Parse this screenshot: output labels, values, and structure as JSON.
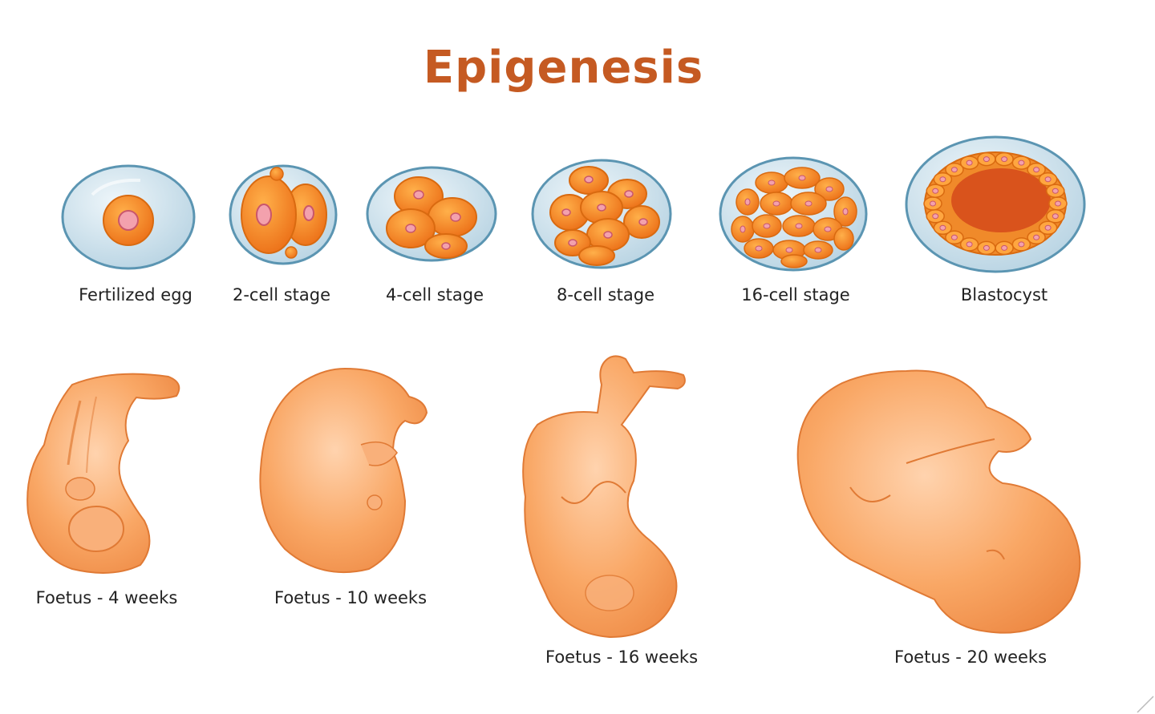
{
  "title": "Epigenesis",
  "stages": [
    {
      "label": "Fertilized egg",
      "icon": "fertilized-egg-icon"
    },
    {
      "label": "2-cell stage",
      "icon": "two-cell-stage-icon"
    },
    {
      "label": "4-cell stage",
      "icon": "four-cell-stage-icon"
    },
    {
      "label": "8-cell stage",
      "icon": "eight-cell-stage-icon"
    },
    {
      "label": "16-cell stage",
      "icon": "sixteen-cell-stage-icon"
    },
    {
      "label": "Blastocyst",
      "icon": "blastocyst-icon"
    }
  ],
  "foetuses": [
    {
      "label": "Foetus - 4 weeks",
      "icon": "foetus-4-weeks-icon"
    },
    {
      "label": "Foetus - 10 weeks",
      "icon": "foetus-10-weeks-icon"
    },
    {
      "label": "Foetus - 16 weeks",
      "icon": "foetus-16-weeks-icon"
    },
    {
      "label": "Foetus - 20 weeks",
      "icon": "foetus-20-weeks-icon"
    }
  ],
  "colors": {
    "title": "#c55a22",
    "shell_fill": "#cfe3ee",
    "shell_stroke": "#5b95b2",
    "cell_fill": "#f08a2a",
    "cell_stroke": "#d96a10",
    "nucleus": "#e88fa0",
    "foetus_fill": "#f7a466",
    "foetus_stroke": "#e07a35"
  }
}
